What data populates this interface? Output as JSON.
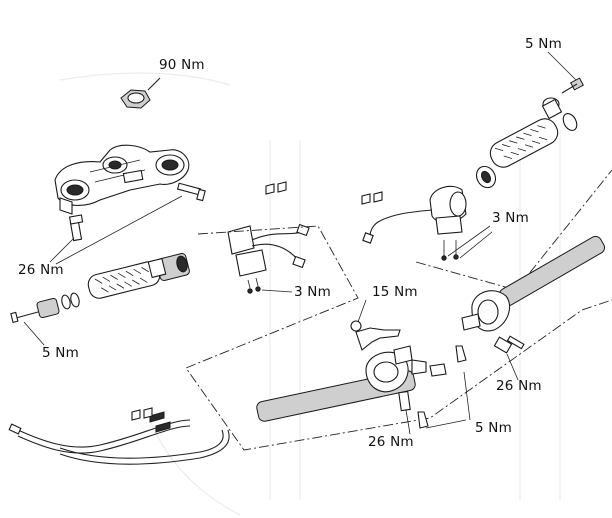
{
  "torque_labels": {
    "steering_nut": "90 Nm",
    "right_switch_screw": "5 Nm",
    "right_switch_clamp": "3 Nm",
    "left_switch_clamp": "3 Nm",
    "top_clamp_bolts": "26 Nm",
    "left_bar_end": "5 Nm",
    "lever_bracket": "15 Nm",
    "right_handlebar_clamp": "26 Nm",
    "left_handlebar_clamp": "26 Nm",
    "lower_screws": "5 Nm"
  }
}
